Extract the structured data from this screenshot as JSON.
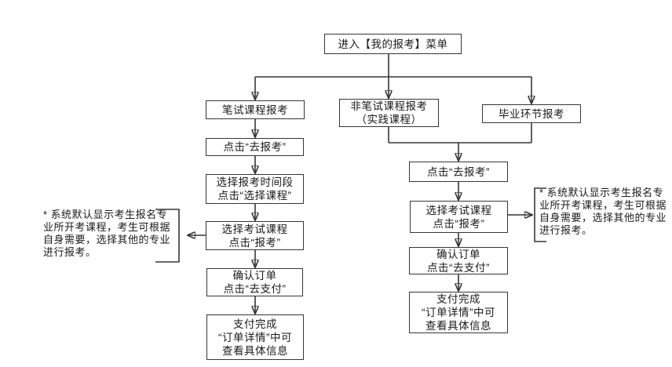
{
  "colors": {
    "line": "#363636",
    "box_border": "#363636",
    "box_fill": "#ffffff",
    "text": "#1a1a1a",
    "background": "#ffffff"
  },
  "flowchart": {
    "start": "进入【我的报考】菜单",
    "branches": {
      "written": "笔试课程报考",
      "non_written": "非笔试课程报考\n（实践课程）",
      "graduation": "毕业环节报考"
    },
    "left_steps": [
      "点击“去报考”",
      "选择报考时间段\n点击“选择课程”",
      "选择考试课程\n点击“报考”",
      "确认订单\n点击“去支付”",
      "支付完成\n“订单详情”中可\n查看具体信息"
    ],
    "right_steps": [
      "点击“去报考”",
      "选择考试课程\n点击“报考”",
      "确认订单\n点击“去支付”",
      "支付完成\n“订单详情”中可\n查看具体信息"
    ],
    "notes": {
      "left": "* 系统默认显示考生报名专\n业所开考课程，考生可根据\n自身需要，选择其他的专业\n进行报考。",
      "right": "* 系统默认显示考生报名专\n业所开考课程，考生可根据\n自身需要，选择其他的专业\n进行报考。"
    }
  }
}
